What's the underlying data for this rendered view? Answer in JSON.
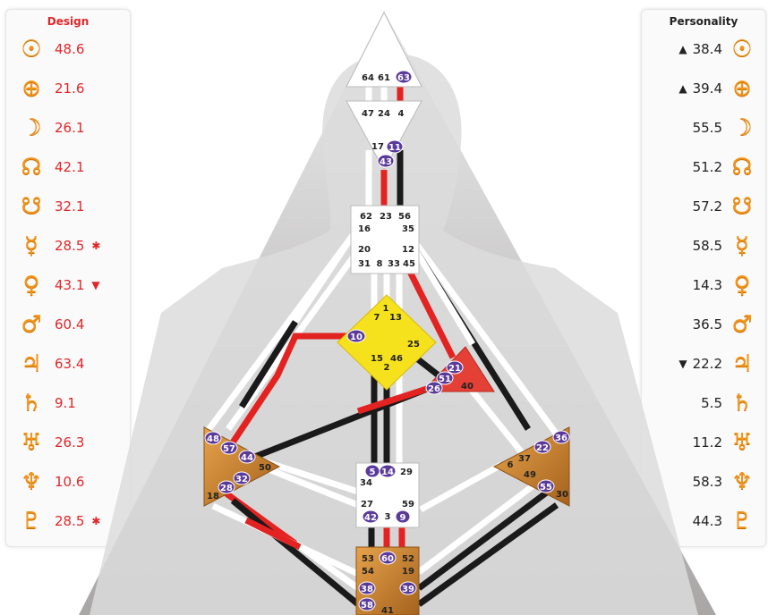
{
  "design": {
    "title": "Design",
    "rows": [
      {
        "icon": "sun-icon",
        "glyph": "☉",
        "value": "48.6",
        "mark": ""
      },
      {
        "icon": "earth-icon",
        "glyph": "⊕",
        "value": "21.6",
        "mark": ""
      },
      {
        "icon": "moon-icon",
        "glyph": "☽",
        "value": "26.1",
        "mark": ""
      },
      {
        "icon": "north-node-icon",
        "glyph": "☊",
        "value": "42.1",
        "mark": ""
      },
      {
        "icon": "south-node-icon",
        "glyph": "☋",
        "value": "32.1",
        "mark": ""
      },
      {
        "icon": "mercury-icon",
        "glyph": "☿",
        "value": "28.5",
        "mark": "✱"
      },
      {
        "icon": "venus-icon",
        "glyph": "♀",
        "value": "43.1",
        "mark": "▼"
      },
      {
        "icon": "mars-icon",
        "glyph": "♂",
        "value": "60.4",
        "mark": ""
      },
      {
        "icon": "jupiter-icon",
        "glyph": "♃",
        "value": "63.4",
        "mark": ""
      },
      {
        "icon": "saturn-icon",
        "glyph": "♄",
        "value": "9.1",
        "mark": ""
      },
      {
        "icon": "uranus-icon",
        "glyph": "♅",
        "value": "26.3",
        "mark": ""
      },
      {
        "icon": "neptune-icon",
        "glyph": "♆",
        "value": "10.6",
        "mark": ""
      },
      {
        "icon": "pluto-icon",
        "glyph": "♇",
        "value": "28.5",
        "mark": "✱"
      }
    ]
  },
  "personality": {
    "title": "Personality",
    "rows": [
      {
        "icon": "sun-icon",
        "glyph": "☉",
        "value": "38.4",
        "mark": "▲"
      },
      {
        "icon": "earth-icon",
        "glyph": "⊕",
        "value": "39.4",
        "mark": "▲"
      },
      {
        "icon": "moon-icon",
        "glyph": "☽",
        "value": "55.5",
        "mark": ""
      },
      {
        "icon": "north-node-icon",
        "glyph": "☊",
        "value": "51.2",
        "mark": ""
      },
      {
        "icon": "south-node-icon",
        "glyph": "☋",
        "value": "57.2",
        "mark": ""
      },
      {
        "icon": "mercury-icon",
        "glyph": "☿",
        "value": "58.5",
        "mark": ""
      },
      {
        "icon": "venus-icon",
        "glyph": "♀",
        "value": "14.3",
        "mark": ""
      },
      {
        "icon": "mars-icon",
        "glyph": "♂",
        "value": "36.5",
        "mark": ""
      },
      {
        "icon": "jupiter-icon",
        "glyph": "♃",
        "value": "22.2",
        "mark": "▼"
      },
      {
        "icon": "saturn-icon",
        "glyph": "♄",
        "value": "5.5",
        "mark": ""
      },
      {
        "icon": "uranus-icon",
        "glyph": "♅",
        "value": "11.2",
        "mark": ""
      },
      {
        "icon": "neptune-icon",
        "glyph": "♆",
        "value": "58.3",
        "mark": ""
      },
      {
        "icon": "pluto-icon",
        "glyph": "♇",
        "value": "44.3",
        "mark": ""
      }
    ]
  },
  "colors": {
    "glyph": "#f39419",
    "design_text": "#e0262a",
    "personality_text": "#222222",
    "gate_badge": "#5b3b9a",
    "g_center": "#f6e21c",
    "motor_center": "#c7832b",
    "channel_red": "#e32321",
    "channel_black": "#1a1a1a"
  },
  "gates": {
    "head": [
      "64",
      "61",
      "63"
    ],
    "ajna": [
      "47",
      "24",
      "4",
      "17",
      "11",
      "43"
    ],
    "throat": [
      "62",
      "23",
      "56",
      "16",
      "35",
      "20",
      "12",
      "31",
      "8",
      "33",
      "45"
    ],
    "g": [
      "1",
      "7",
      "13",
      "10",
      "25",
      "15",
      "46",
      "2"
    ],
    "ego": [
      "21",
      "51",
      "26",
      "40"
    ],
    "spleen": [
      "48",
      "57",
      "44",
      "50",
      "28",
      "32",
      "18"
    ],
    "solar_plexus": [
      "36",
      "22",
      "6",
      "37",
      "49",
      "55",
      "30"
    ],
    "sacral": [
      "5",
      "14",
      "29",
      "34",
      "27",
      "59",
      "42",
      "3",
      "9"
    ],
    "root": [
      "53",
      "60",
      "52",
      "54",
      "19",
      "38",
      "39",
      "58",
      "41"
    ]
  }
}
